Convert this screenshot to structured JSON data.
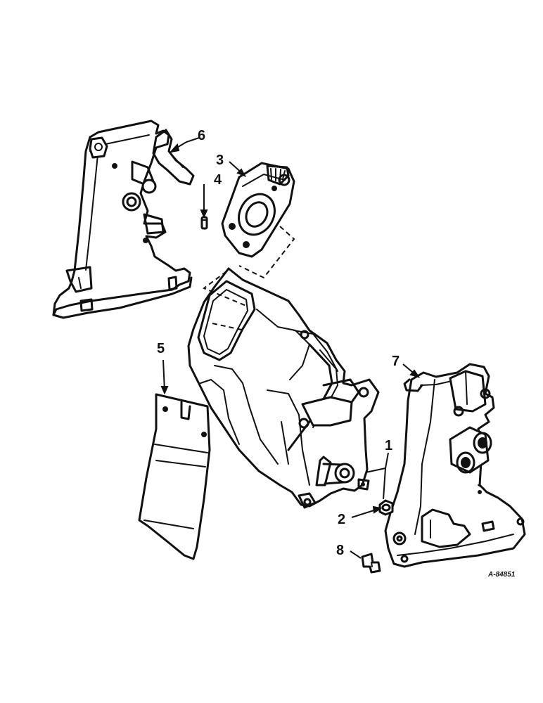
{
  "callouts": [
    {
      "id": "1",
      "label": "1"
    },
    {
      "id": "2",
      "label": "2"
    },
    {
      "id": "3",
      "label": "3"
    },
    {
      "id": "4",
      "label": "4"
    },
    {
      "id": "5",
      "label": "5"
    },
    {
      "id": "6",
      "label": "6"
    },
    {
      "id": "7",
      "label": "7"
    },
    {
      "id": "8",
      "label": "8"
    }
  ],
  "figure_code": "A-84851",
  "colors": {
    "ink": "#111111",
    "paper": "#ffffff"
  }
}
